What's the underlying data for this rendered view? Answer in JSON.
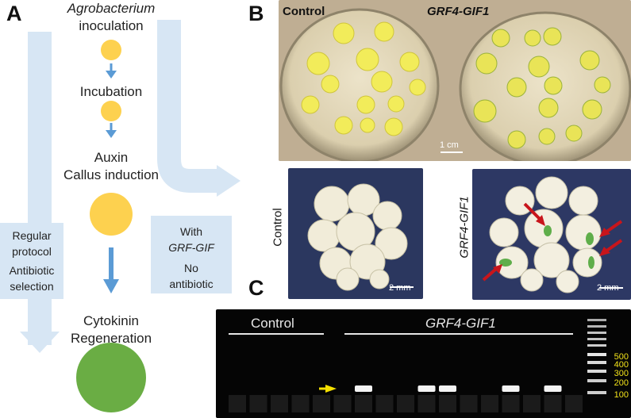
{
  "panel_a": {
    "letter": "A",
    "step1_line1": "Agrobacterium",
    "step1_line2": "inoculation",
    "step2": "Incubation",
    "step3_line1": "Auxin",
    "step3_line2": "Callus induction",
    "step4_line1": "Cytokinin",
    "step4_line2": "Regeneration",
    "left_box": {
      "line1": "Regular",
      "line2": "protocol",
      "line3": "Antibiotic",
      "line4": "selection"
    },
    "right_box": {
      "line1": "With",
      "line2": "GRF-GIF",
      "line3": "No",
      "line4": "antibiotic"
    },
    "colors": {
      "arrow_light": "#d7e6f4",
      "arrow_dark": "#5b9bd5",
      "callus_yellow": "#fdd14f",
      "regen_green": "#6aad44"
    }
  },
  "panel_b": {
    "letter": "B",
    "plate_label_control": "Control",
    "plate_label_grf": "GRF4-GIF1",
    "plate_scale": "1 cm",
    "closeup_control_label": "Control",
    "closeup_grf_label": "GRF4-GIF1",
    "closeup_scale_left": "2 mm",
    "closeup_scale_right": "2 mm"
  },
  "panel_c": {
    "letter": "C",
    "label_control": "Control",
    "label_grf": "GRF4-GIF1",
    "ladder_labels": [
      "500",
      "400",
      "300",
      "200",
      "100"
    ],
    "lane_bands": [
      false,
      false,
      false,
      false,
      false,
      false,
      true,
      false,
      false,
      true,
      true,
      false,
      false,
      true,
      false,
      true,
      false
    ],
    "colors": {
      "marker_arrow": "#f5e000",
      "ladder_label": "#f2e21a"
    }
  }
}
